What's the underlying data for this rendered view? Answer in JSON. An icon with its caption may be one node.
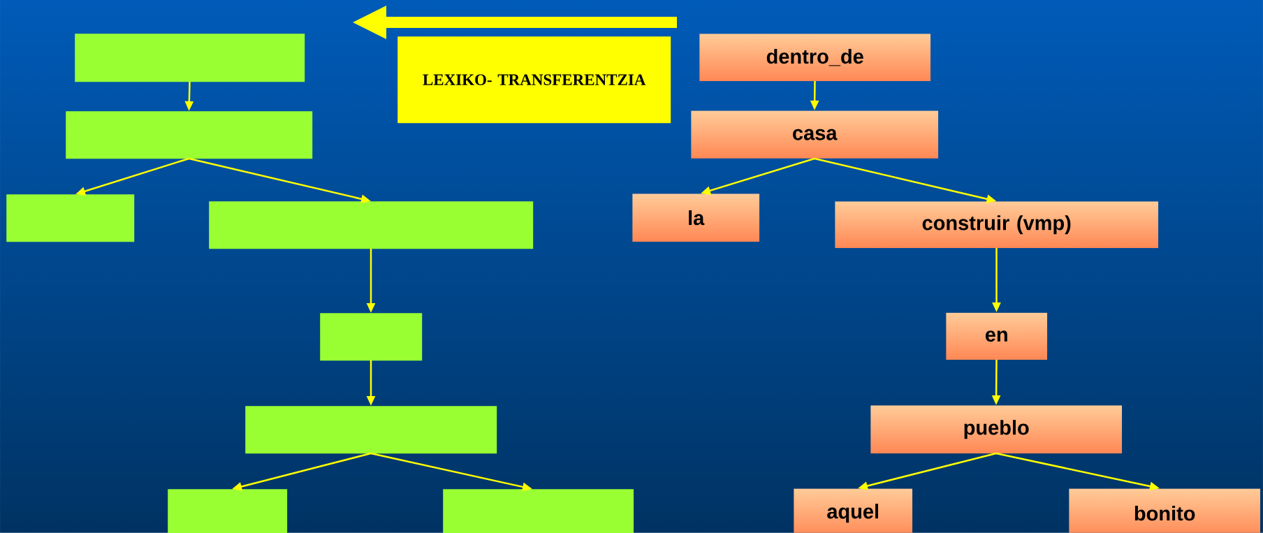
{
  "diagram": {
    "nodes": [
      {
        "text": [],
        "shape": "box"
      },
      {
        "text": [],
        "shape": "box"
      },
      {
        "text": [],
        "shape": "box"
      },
      {
        "text": [],
        "shape": "box"
      },
      {
        "text": [],
        "shape": "box"
      },
      {
        "text": [],
        "shape": "box"
      },
      {
        "text": [],
        "shape": "box"
      },
      {
        "text": [],
        "shape": "box"
      },
      {
        "text": [
          "LEXIKO- TRANSFERENTZIA"
        ]
      },
      {
        "text": [
          "dentro_de"
        ]
      },
      {
        "text": [
          "casa"
        ]
      },
      {
        "text": [
          "la"
        ]
      },
      {
        "text": [
          "construir (vmp)"
        ]
      },
      {
        "text": [
          "en"
        ]
      },
      {
        "text": [
          "pueblo"
        ]
      },
      {
        "text": [
          "aquel"
        ]
      },
      {
        "text": [
          "bonito"
        ]
      }
    ],
    "edges": [
      {
        "from": 0,
        "to": 1,
        "arrow": "to"
      },
      {
        "from": 1,
        "to": 2,
        "arrow": "to"
      },
      {
        "from": 1,
        "to": 3,
        "arrow": "to"
      },
      {
        "from": 3,
        "to": 4,
        "arrow": "to"
      },
      {
        "from": 4,
        "to": 5,
        "arrow": "to"
      },
      {
        "from": 5,
        "to": 6,
        "arrow": "to"
      },
      {
        "from": 5,
        "to": 7,
        "arrow": "to"
      },
      {
        "from": 9,
        "to": 10,
        "arrow": "to"
      },
      {
        "from": 10,
        "to": 11,
        "arrow": "to"
      },
      {
        "from": 10,
        "to": 12,
        "arrow": "to"
      },
      {
        "from": 12,
        "to": 13,
        "arrow": "to"
      },
      {
        "from": 13,
        "to": 14,
        "arrow": "to"
      },
      {
        "from": 14,
        "to": 15,
        "arrow": "to"
      },
      {
        "from": 14,
        "to": 16,
        "arrow": "to"
      }
    ]
  }
}
